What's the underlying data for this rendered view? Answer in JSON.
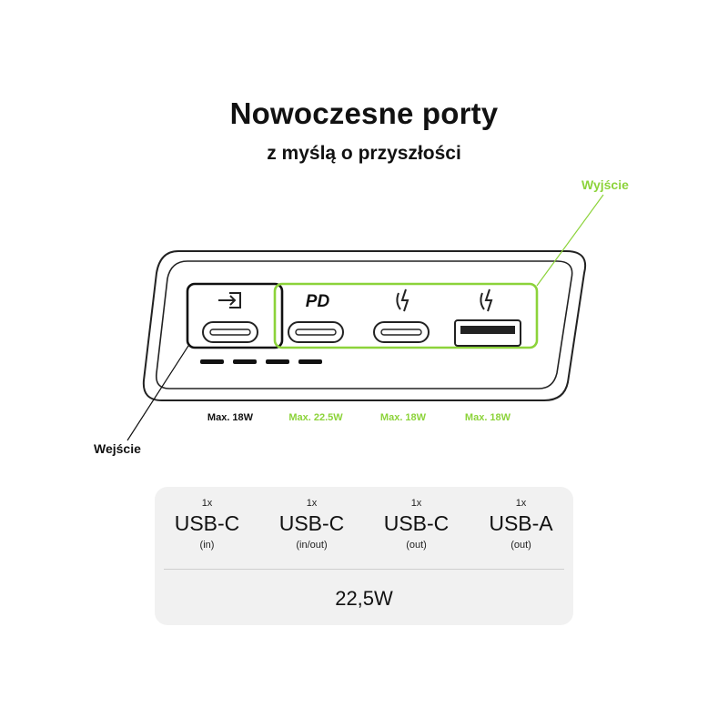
{
  "header": {
    "title": "Nowoczesne porty",
    "subtitle": "z myślą o przyszłości"
  },
  "labels": {
    "output": "Wyjście",
    "input": "Wejście"
  },
  "ports": [
    {
      "icon": "input-arrow-icon",
      "watt": "Max. 18W",
      "type": "USB-C"
    },
    {
      "icon": "pd-icon",
      "icon_text": "PD",
      "watt": "Max. 22.5W",
      "type": "USB-C"
    },
    {
      "icon": "fast-charge-icon",
      "watt": "Max. 18W",
      "type": "USB-C"
    },
    {
      "icon": "fast-charge-icon",
      "watt": "Max. 18W",
      "type": "USB-A"
    }
  ],
  "specs": [
    {
      "count": "1x",
      "type": "USB-C",
      "mode": "(in)"
    },
    {
      "count": "1x",
      "type": "USB-C",
      "mode": "(in/out)"
    },
    {
      "count": "1x",
      "type": "USB-C",
      "mode": "(out)"
    },
    {
      "count": "1x",
      "type": "USB-A",
      "mode": "(out)"
    }
  ],
  "total_power": "22,5W",
  "colors": {
    "accent_green": "#8cd33a",
    "text_dark": "#111111",
    "card_bg": "#f1f1f1",
    "outline": "#222222"
  }
}
